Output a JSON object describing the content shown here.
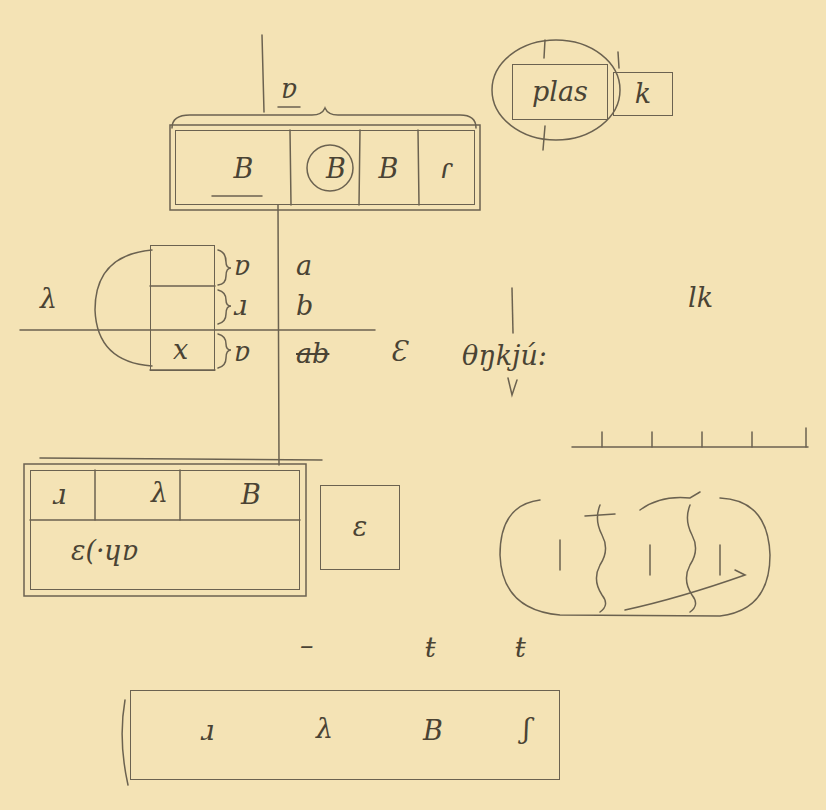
{
  "diagram": {
    "nodes": [
      {
        "text": [
          "ɐ"
        ]
      },
      {
        "text": [
          "B"
        ],
        "in": 0
      },
      {
        "text": [
          "B"
        ],
        "in": 0
      },
      {
        "text": [
          "B"
        ],
        "in": 0
      },
      {
        "text": [
          "ɾ"
        ],
        "in": 0
      },
      {
        "text": [
          "plas"
        ]
      },
      {
        "text": [
          "k"
        ]
      },
      {
        "text": [
          "x"
        ]
      },
      {
        "text": [
          "ɹ",
          "λ",
          "B",
          "ɛ(·ɥɐ"
        ]
      },
      {
        "text": [
          "ɛ"
        ]
      },
      {
        "text": [
          "ɹ",
          "λ",
          "B",
          "ʃ"
        ]
      }
    ],
    "labels": [
      "ɐ",
      "ɹ",
      "ɐ",
      "a",
      "b",
      "ab",
      "λ",
      "Ɛ",
      "θŋkjú:",
      "lk",
      "–",
      "ŧ",
      "ŧ"
    ]
  }
}
